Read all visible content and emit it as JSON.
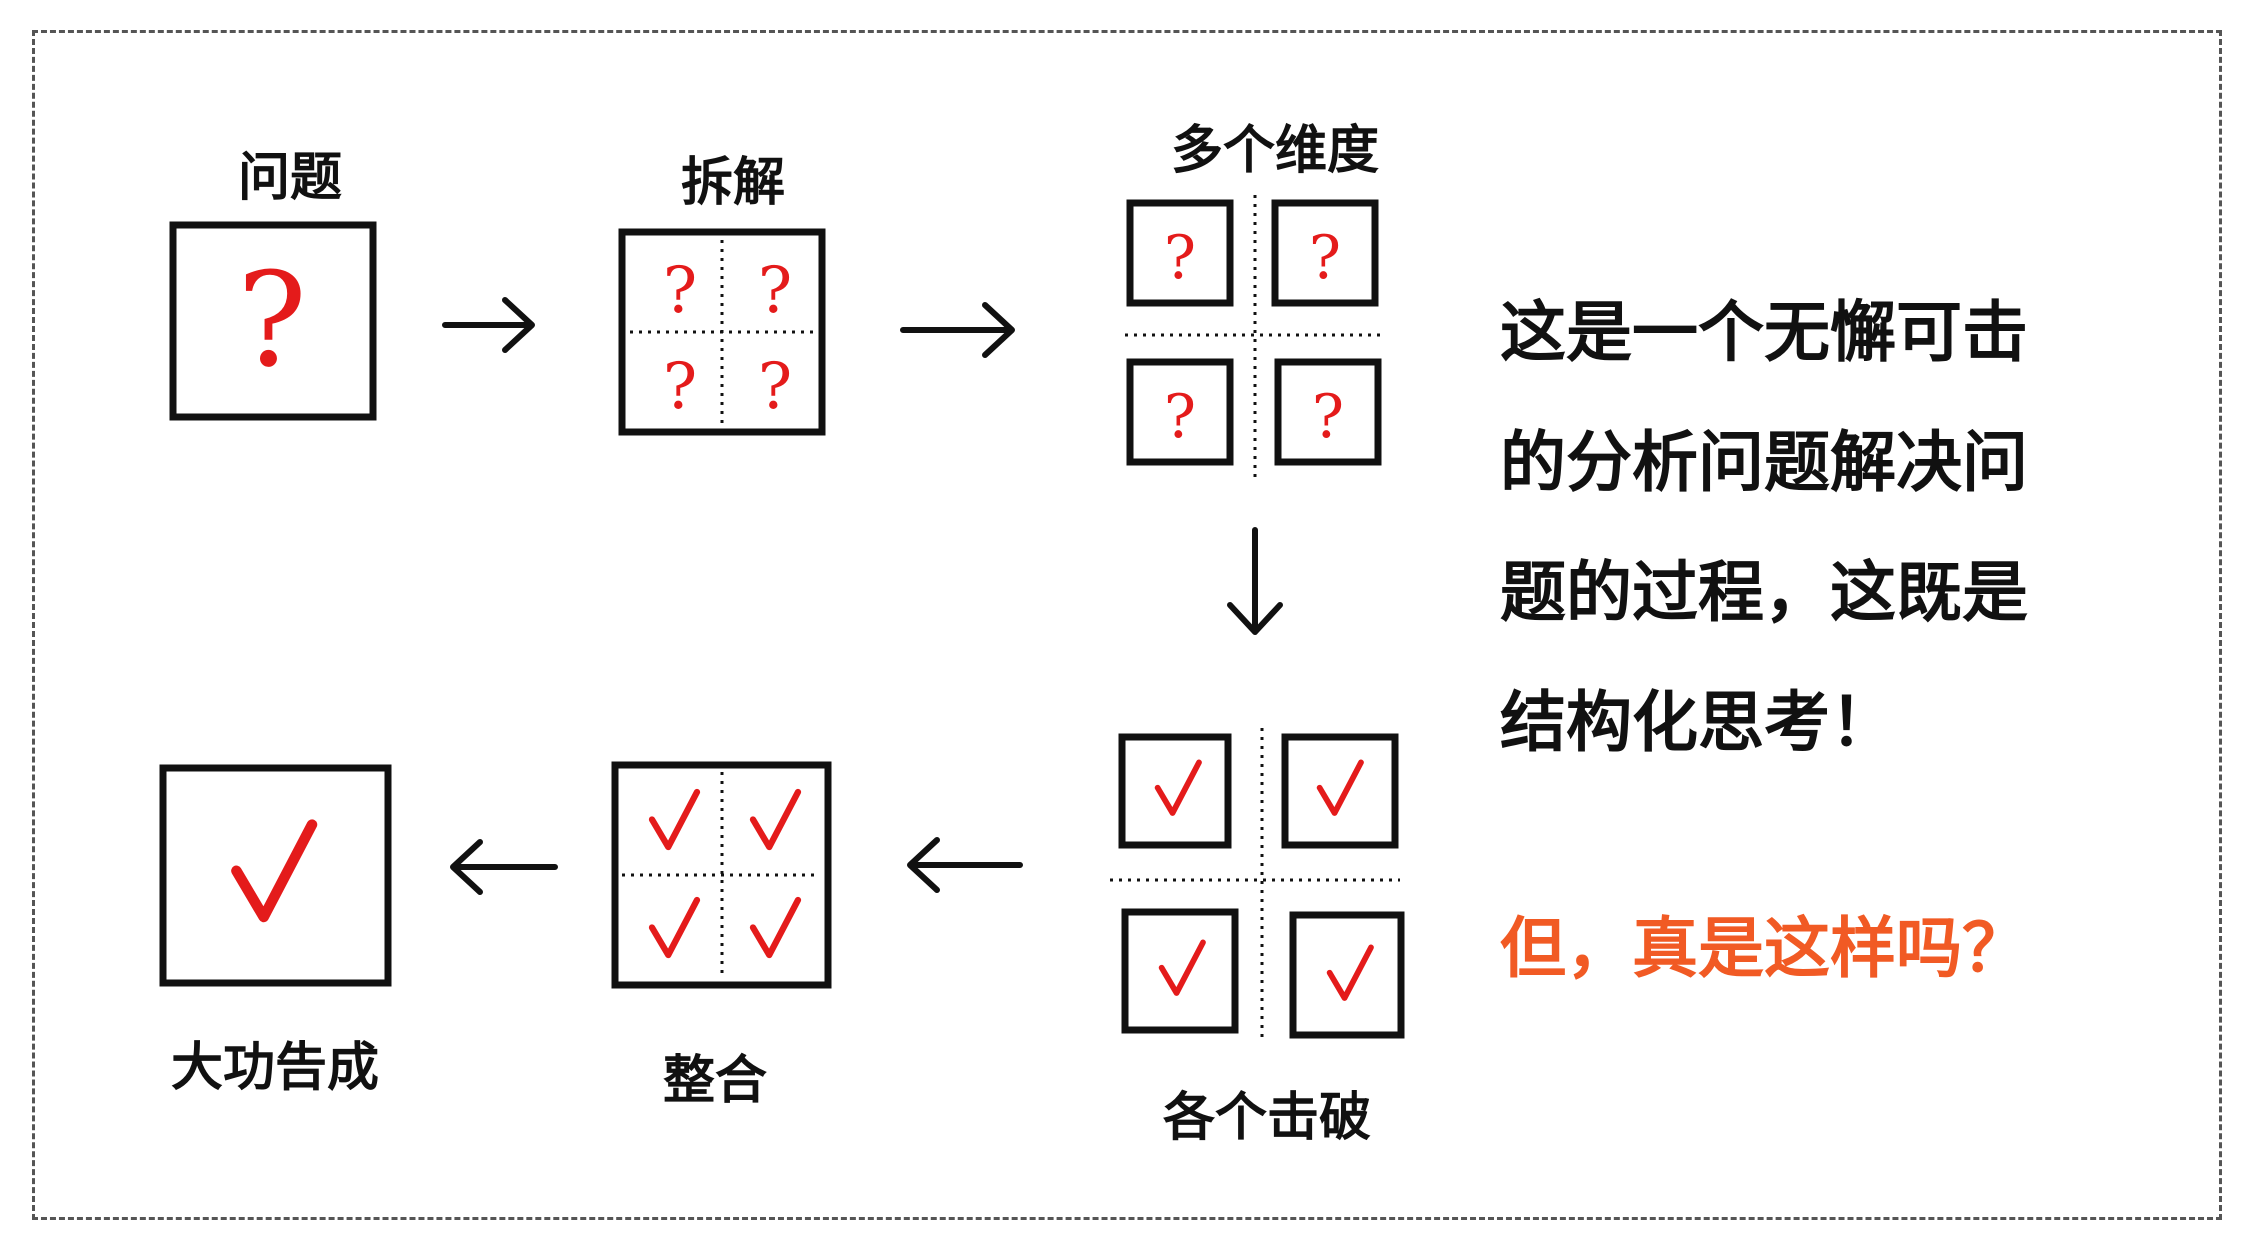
{
  "labels": {
    "problem": "问题",
    "split": "拆解",
    "dimensions": "多个维度",
    "conquer": "各个击破",
    "integrate": "整合",
    "success": "大功告成"
  },
  "marks": {
    "question": "?",
    "check": "✓"
  },
  "description": {
    "lines": [
      "这是一个无懈可击",
      "的分析问题解决问",
      "题的过程，这既是",
      "结构化思考！"
    ],
    "question": "但，真是这样吗？"
  },
  "colors": {
    "ink": "#111111",
    "mark_red": "#e41b1b",
    "question_orange": "#f15a24",
    "frame": "#555555"
  },
  "icons": {
    "arrow_right": "arrow-right-icon",
    "arrow_down": "arrow-down-icon",
    "arrow_left": "arrow-left-icon",
    "question_mark": "question-mark-icon",
    "check_mark": "check-mark-icon"
  }
}
